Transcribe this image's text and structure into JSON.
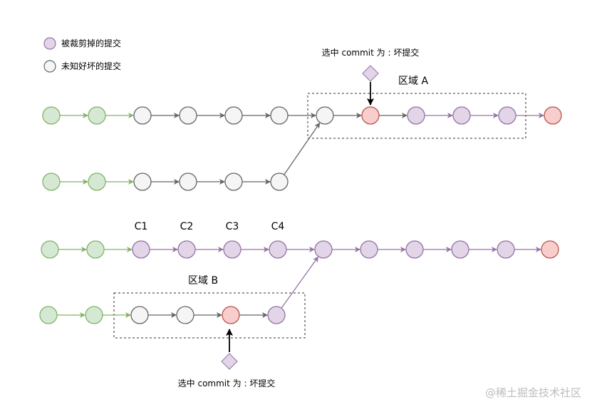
{
  "legend": {
    "pruned_label": "被裁剪掉的提交",
    "unknown_label": "未知好坏的提交"
  },
  "diagram_top": {
    "selection_label": "选中 commit 为 : 坏提交",
    "area_label": "区域 A"
  },
  "diagram_bottom": {
    "selection_label": "选中 commit 为 : 坏提交",
    "area_label": "区域 B",
    "commit_labels": [
      "C1",
      "C2",
      "C3",
      "C4"
    ]
  },
  "watermark": "@稀土掘金技术社区",
  "colors": {
    "good_fill": "#d5e8d4",
    "good_stroke": "#82b366",
    "unknown_fill": "#f5f5f5",
    "unknown_stroke": "#666666",
    "pruned_fill": "#e1d5e7",
    "pruned_stroke": "#9673a6",
    "bad_fill": "#f8cecc",
    "bad_stroke": "#b85450"
  }
}
